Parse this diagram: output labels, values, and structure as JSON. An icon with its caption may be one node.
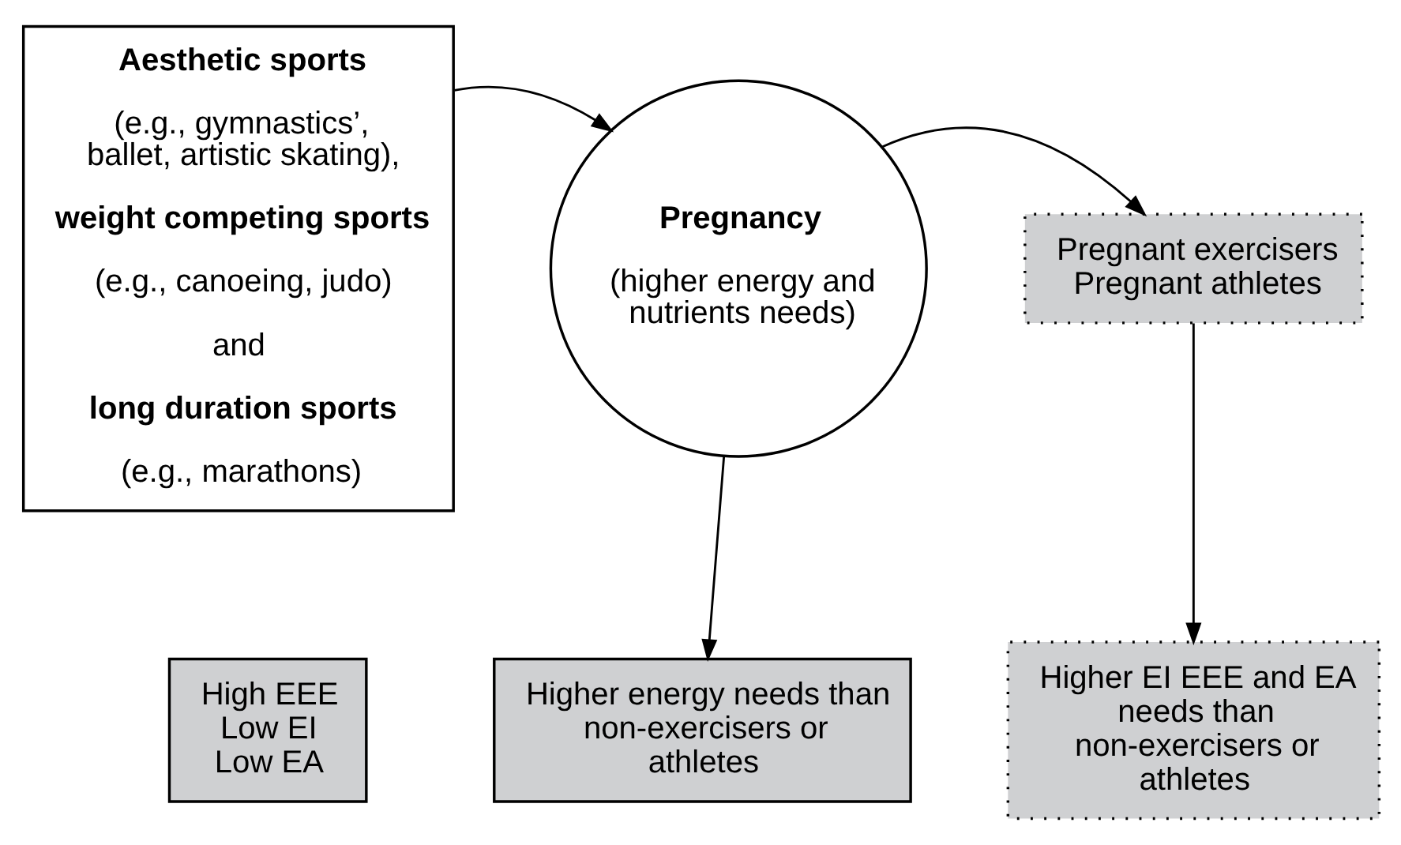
{
  "diagram": {
    "nodes": [
      {
        "text": [
          "Aesthetic sports",
          "(e.g., gymnastics’, ballet, artistic skating),",
          "weight competing sports",
          "(e.g., canoeing, judo)",
          "and",
          "long duration sports",
          "(e.g., marathons)"
        ]
      },
      {
        "text": [
          "Pregnancy",
          "(higher energy and nutrients needs)"
        ]
      },
      {
        "text": [
          "Pregnant exercisers",
          "Pregnant athletes"
        ]
      },
      {
        "text": [
          "High EEE",
          "Low EI",
          "Low EA"
        ]
      },
      {
        "text": [
          "Higher energy needs than non-exercisers or athletes"
        ]
      },
      {
        "text": [
          "Higher EI EEE and EA needs than non-exercisers or athletes"
        ]
      }
    ],
    "edges": [
      {
        "from": 0,
        "to": 1,
        "arrow": "to"
      },
      {
        "from": 1,
        "to": 2,
        "arrow": "to"
      },
      {
        "from": 1,
        "to": 4,
        "arrow": "to"
      },
      {
        "from": 2,
        "to": 5,
        "arrow": "to"
      }
    ]
  }
}
